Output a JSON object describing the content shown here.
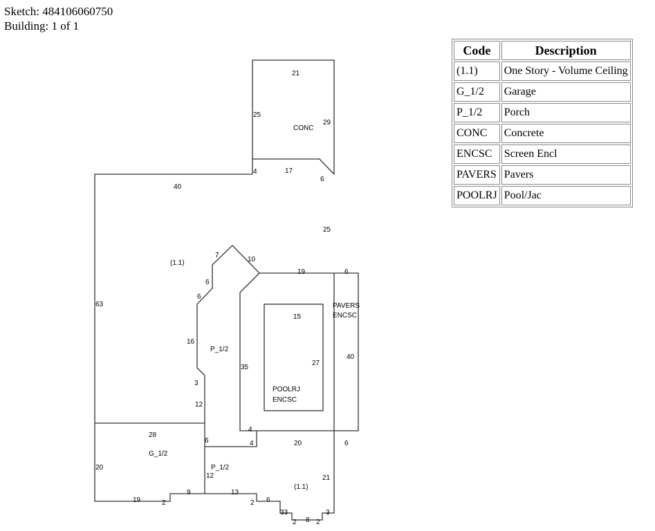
{
  "header": {
    "sketch": "Sketch: 484106060750",
    "building": "Building: 1 of 1"
  },
  "legend": {
    "headers": [
      "Code",
      "Description"
    ],
    "rows": [
      [
        "(1.1)",
        "One Story - Volume Ceiling"
      ],
      [
        "G_1/2",
        "Garage"
      ],
      [
        "P_1/2",
        "Porch"
      ],
      [
        "CONC",
        "Concrete"
      ],
      [
        "ENCSC",
        "Screen Encl"
      ],
      [
        "PAVERS",
        "Pavers"
      ],
      [
        "POOLRJ",
        "Pool/Jac"
      ]
    ]
  },
  "sketch": {
    "area_labels": [
      "CONC",
      "(1.1)",
      "P_1/2",
      "PAVERS",
      "ENCSC",
      "POOLRJ",
      "ENCSC",
      "G_1/2",
      "P_1/2",
      "(1.1)"
    ],
    "dims": [
      "21",
      "25",
      "29",
      "4",
      "17",
      "6",
      "40",
      "25",
      "7",
      "10",
      "19",
      "6",
      "6",
      "6",
      "63",
      "16",
      "3",
      "12",
      "15",
      "27",
      "35",
      "40",
      "4",
      "28",
      "6",
      "4",
      "20",
      "6",
      "20",
      "12",
      "21",
      "9",
      "19",
      "2",
      "13",
      "2",
      "6",
      "33",
      "2",
      "8",
      "2",
      "3"
    ]
  }
}
